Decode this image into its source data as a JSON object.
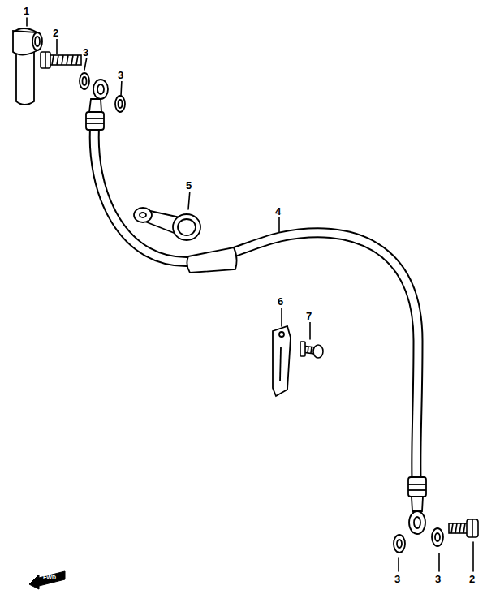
{
  "diagram": {
    "labels": [
      "1",
      "2",
      "3",
      "3",
      "5",
      "4",
      "6",
      "7",
      "3",
      "3",
      "2",
      "FWD"
    ]
  }
}
